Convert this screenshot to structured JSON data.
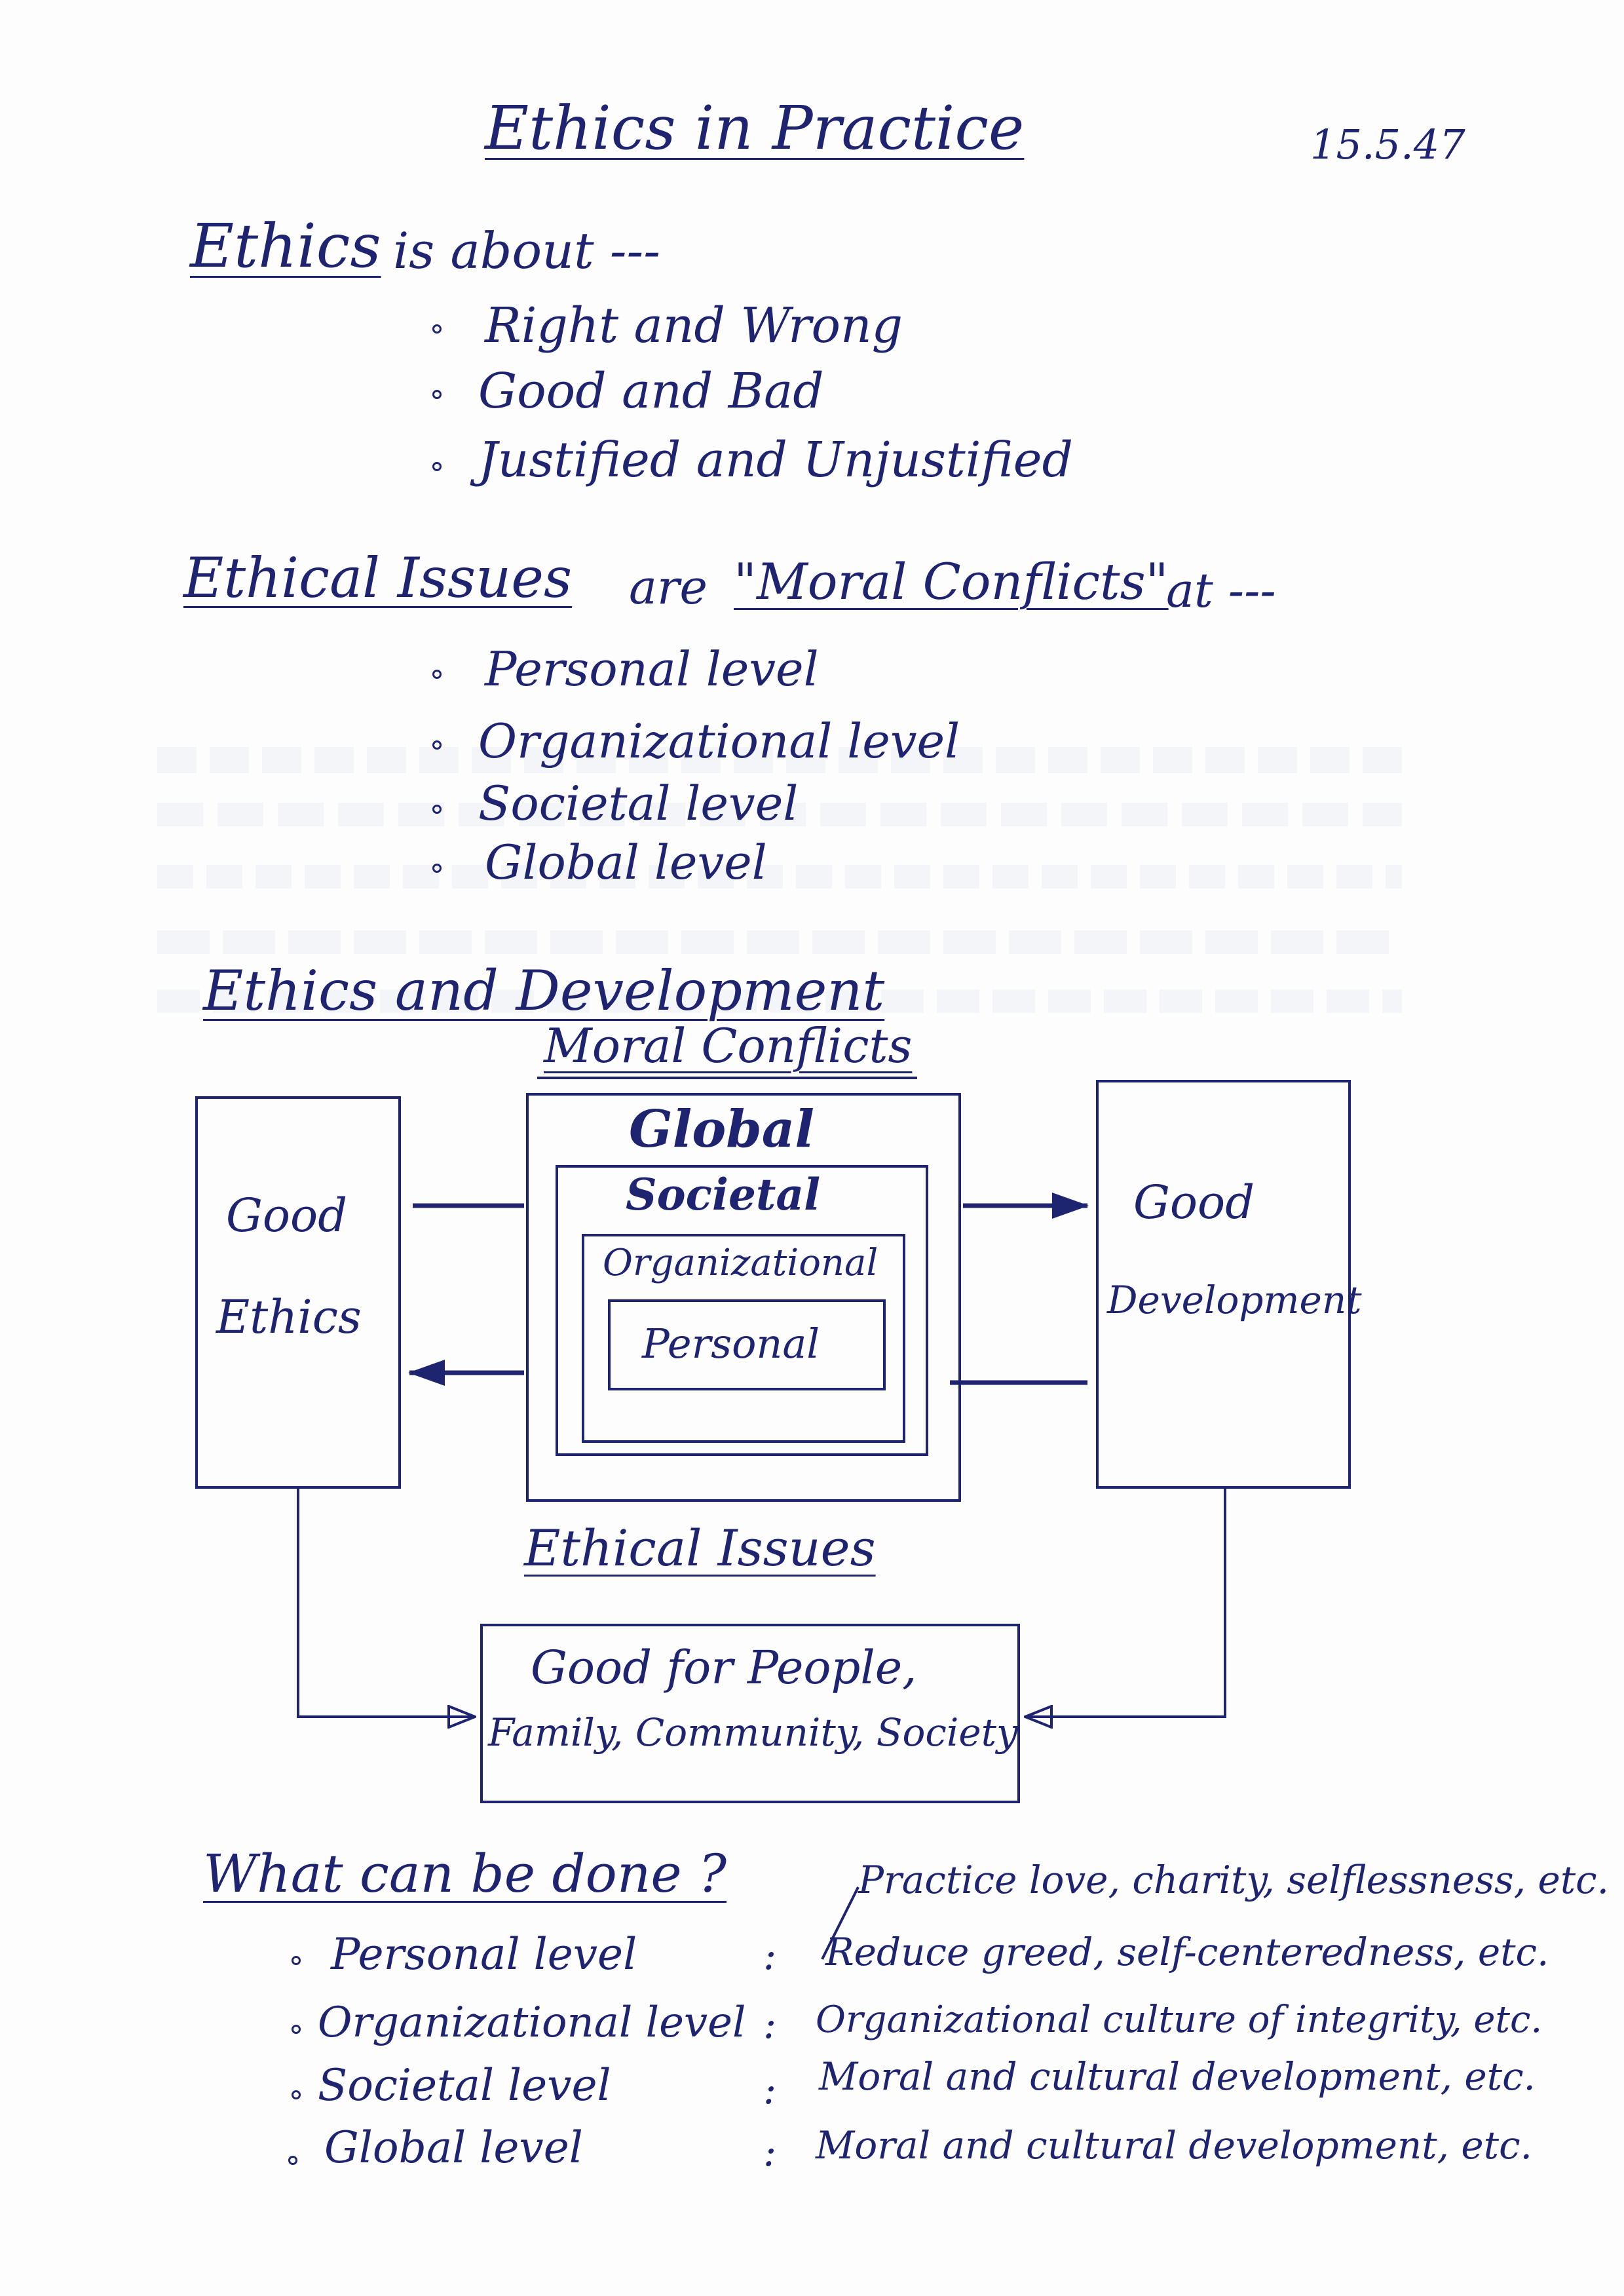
{
  "title": "Ethics in Practice",
  "date": "15.5.47",
  "section1": {
    "heading": "Ethics",
    "heading_suffix": "is about ---",
    "items": [
      "Right and Wrong",
      "Good and Bad",
      "Justified and Unjustified"
    ]
  },
  "section2": {
    "heading": "Ethical Issues",
    "middle": "are",
    "quote": "\"Moral Conflicts\"",
    "suffix": "at ---",
    "items": [
      "Personal level",
      "Organizational level",
      "Societal level",
      "Global level"
    ]
  },
  "section3": {
    "heading": "Ethics and Development",
    "diagram": {
      "top_label": "Moral Conflicts",
      "left_box": [
        "Good",
        "Ethics"
      ],
      "right_box": [
        "Good",
        "Development"
      ],
      "nested": [
        "Global",
        "Societal",
        "Organizational",
        "Personal"
      ],
      "bottom_label": "Ethical Issues",
      "bottom_box": [
        "Good for People,",
        "Family, Community, Society"
      ]
    }
  },
  "section4": {
    "heading": "What can be done ?",
    "rows": [
      {
        "level": "",
        "action": "Practice love, charity, selflessness, etc."
      },
      {
        "level": "Personal level",
        "action": "Reduce greed, self-centeredness, etc."
      },
      {
        "level": "Organizational level",
        "action": "Organizational culture of integrity, etc."
      },
      {
        "level": "Societal level",
        "action": "Moral and cultural development, etc."
      },
      {
        "level": "Global level",
        "action": "Moral and cultural development, etc."
      }
    ]
  },
  "colors": {
    "ink": "#1f2470",
    "paper": "#fdfdfe",
    "bleed_through": "#e6e7ee"
  }
}
